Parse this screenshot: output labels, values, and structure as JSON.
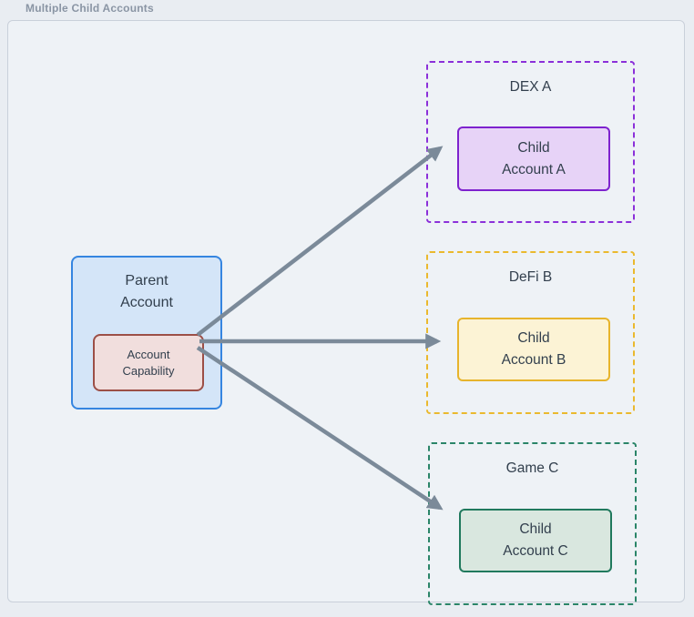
{
  "title": "Multiple Child Accounts",
  "parent": {
    "line1": "Parent",
    "line2": "Account"
  },
  "capability": {
    "line1": "Account",
    "line2": "Capability"
  },
  "groups": [
    {
      "label": "DEX A",
      "child_line1": "Child",
      "child_line2": "Account A"
    },
    {
      "label": "DeFi B",
      "child_line1": "Child",
      "child_line2": "Account B"
    },
    {
      "label": "Game C",
      "child_line1": "Child",
      "child_line2": "Account C"
    }
  ],
  "edges": [
    {
      "from": "Account Capability",
      "to": "Child Account A"
    },
    {
      "from": "Account Capability",
      "to": "Child Account B"
    },
    {
      "from": "Account Capability",
      "to": "Child Account C"
    }
  ],
  "colors": {
    "page_bg": "#e9edf2",
    "panel_bg": "#eef2f6",
    "panel_border": "#c9d0da",
    "title_text": "#8a95a4",
    "node_text": "#323f4d",
    "arrow": "#7b8a99",
    "parent_bg": "#d4e5f8",
    "parent_border": "#3585e0",
    "capability_bg": "#f1dedd",
    "capability_border": "#9c4f47",
    "dex_a_border": "#8b30d9",
    "child_a_bg": "#e7d3f7",
    "child_a_border": "#7e22ce",
    "defi_b_border": "#eab92e",
    "child_b_bg": "#fcf3d5",
    "child_b_border": "#e7b42c",
    "game_c_border": "#2a8568",
    "child_c_bg": "#d9e7df",
    "child_c_border": "#20795d"
  }
}
